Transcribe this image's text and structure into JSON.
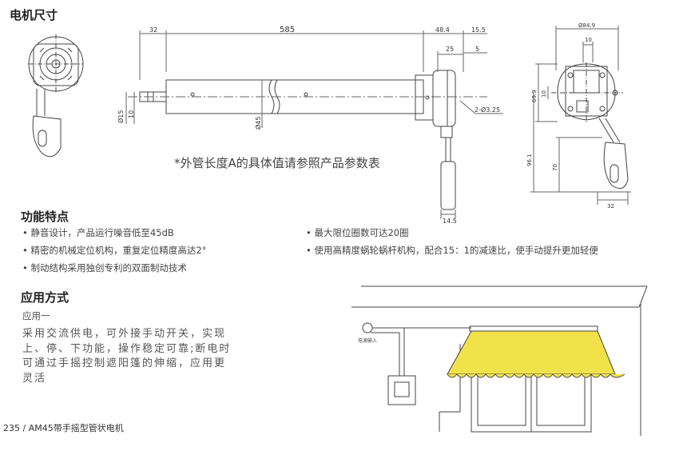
{
  "sections": {
    "dimensions_title": "电机尺寸",
    "features_title": "功能特点",
    "application_title": "应用方式"
  },
  "dimension_note": "*外管长度A的具体值请参照产品参数表",
  "drawing_labels": {
    "d32_top": "32",
    "d585": "585",
    "d48_4": "48.4",
    "d15_5": "15.5",
    "d25": "25",
    "d5": "5",
    "d_phi15": "Ø15",
    "d10_left": "10",
    "d_phi45": "Ø45",
    "d_holes": "2-Ø3.25",
    "d14_5": "14.5",
    "d_phi84_9": "Ø84.9",
    "d10_top_right": "10",
    "d69_9": "69.9",
    "d10_right_side": "10",
    "d96_1": "96.1",
    "d70": "70",
    "d32_right": "32"
  },
  "features": {
    "left": [
      "• 静音设计，产品运行噪音低至45dB",
      "• 精密的机械定位机构，重复定位精度高达2°",
      "• 制动结构采用独创专利的双面制动技术"
    ],
    "right": [
      "• 最大限位圈数可达20圈",
      "• 使用高精度蜗轮蜗杆机构，配合15：1的减速比，使手动提升更加轻便"
    ]
  },
  "application": {
    "subtitle": "应用一",
    "lines": [
      "采用交流供电，可外接手动开关，实现",
      "上、停、下功能，操作稳定可靠;断电时",
      "可通过手摇控制遮阳篷的伸缩，应用更",
      "灵活"
    ],
    "power_label": "电源输入"
  },
  "footer": "235 / AM45带手摇型管状电机",
  "colors": {
    "awning": "#f2e24a",
    "line": "#444444",
    "dim_line": "#666666"
  }
}
